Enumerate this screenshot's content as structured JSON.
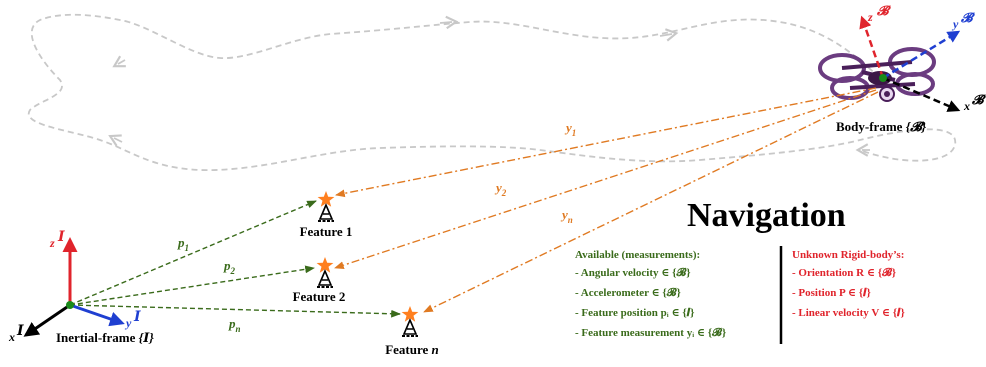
{
  "title": "Navigation",
  "trajectory_color": "#c8c8c8",
  "frames": {
    "inertial": {
      "label": "Inertial-frame",
      "symbol": "{𝑰}",
      "axes": {
        "z": "z",
        "y": "y",
        "x": "x",
        "superscript": "𝑰"
      }
    },
    "body": {
      "label": "Body-frame",
      "symbol": "{𝓑}",
      "axes": {
        "z": "z",
        "y": "y",
        "x": "x",
        "superscript": "𝓑"
      }
    }
  },
  "features": [
    {
      "label": "Feature 1"
    },
    {
      "label": "Feature 2"
    },
    {
      "label": "Feature",
      "index": "n"
    }
  ],
  "p_vectors": [
    {
      "label": "p",
      "sub": "1"
    },
    {
      "label": "p",
      "sub": "2"
    },
    {
      "label": "p",
      "sub": "n"
    }
  ],
  "y_vectors": [
    {
      "label": "y",
      "sub": "1"
    },
    {
      "label": "y",
      "sub": "2"
    },
    {
      "label": "y",
      "sub": "n"
    }
  ],
  "available": {
    "heading": "Available (measurements):",
    "items": [
      "- Angular velocity ∈ {𝓑}",
      "- Accelerometer ∈ {𝓑}",
      "- Feature position pᵢ ∈ {𝑰}",
      "- Feature measurement yᵢ ∈ {𝓑}"
    ]
  },
  "unknown": {
    "heading": "Unknown Rigid-body’s:",
    "items": [
      "- Orientation R ∈ {𝓑}",
      "- Position P ∈ {𝑰}",
      "- Linear velocity V ∈ {𝑰}"
    ]
  },
  "colors": {
    "p_vectors": "#3a6b1b",
    "y_vectors": "#e07a22",
    "z_axis": "#e0242c",
    "y_axis": "#1f3fd1",
    "x_axis": "#000000",
    "origin": "#1a8a1a",
    "feature_star": "#ff7f1f"
  }
}
